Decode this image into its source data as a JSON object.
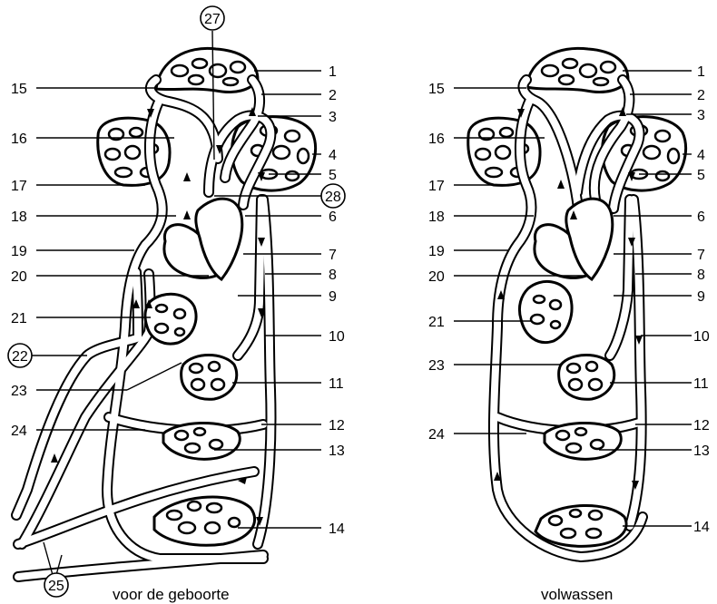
{
  "diagrams": [
    {
      "id": "fetal",
      "caption": "voor de geboorte",
      "left_labels": [
        "15",
        "16",
        "17",
        "18",
        "19",
        "20",
        "21",
        "22",
        "23",
        "24"
      ],
      "right_labels": [
        "1",
        "2",
        "3",
        "4",
        "5",
        "6",
        "7",
        "8",
        "9",
        "10",
        "11",
        "12",
        "13",
        "14"
      ],
      "special_labels": [
        "25",
        "27",
        "28"
      ],
      "circled_labels": [
        "22",
        "25",
        "27",
        "28"
      ]
    },
    {
      "id": "adult",
      "caption": "volwassen",
      "left_labels": [
        "15",
        "16",
        "17",
        "18",
        "19",
        "20",
        "21",
        "23",
        "24"
      ],
      "right_labels": [
        "1",
        "2",
        "3",
        "4",
        "5",
        "6",
        "7",
        "8",
        "9",
        "10",
        "11",
        "12",
        "13",
        "14"
      ],
      "special_labels": [],
      "circled_labels": []
    }
  ]
}
